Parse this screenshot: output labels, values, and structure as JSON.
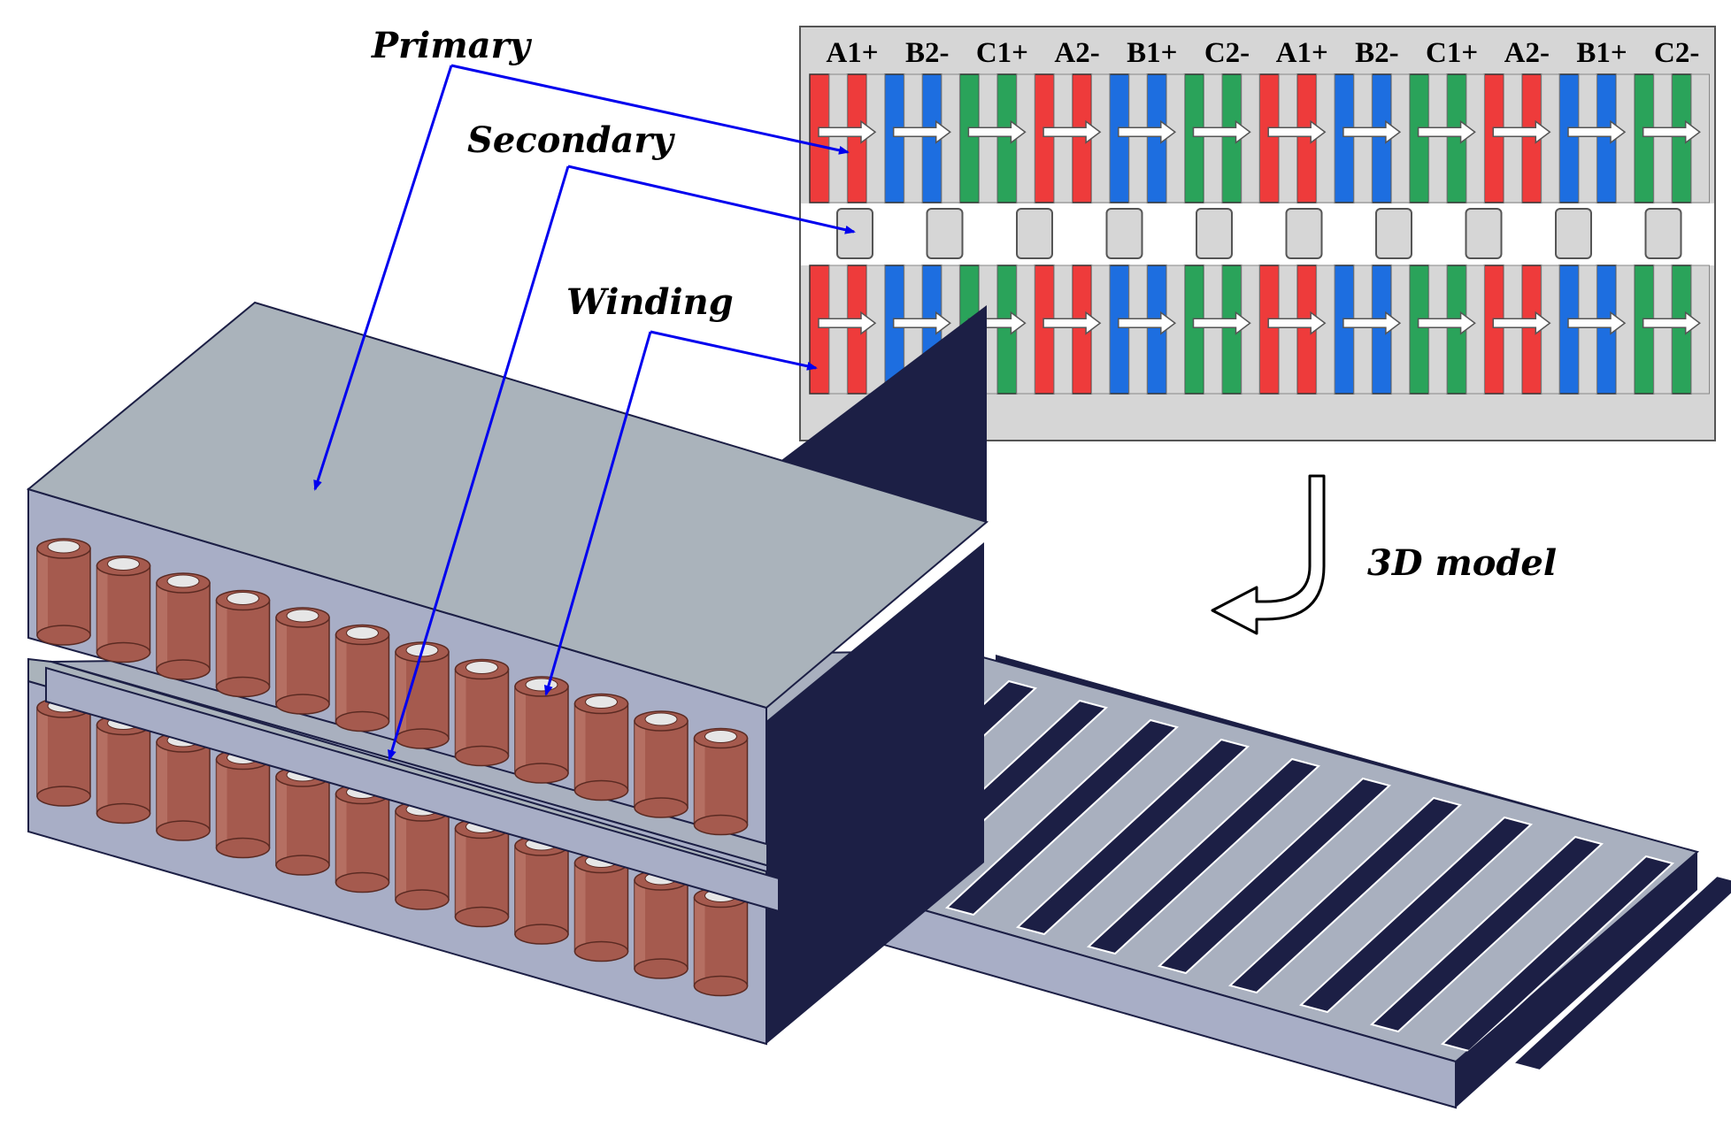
{
  "callouts": {
    "primary": "Primary",
    "secondary": "Secondary",
    "winding": "Winding",
    "model": "3D model"
  },
  "phase_labels": [
    "A1+",
    "B2-",
    "C1+",
    "A2-",
    "B1+",
    "C2-",
    "A1+",
    "B2-",
    "C1+",
    "A2-",
    "B1+",
    "C2-"
  ],
  "colors": {
    "phase_red": "#ee3b3b",
    "phase_blue": "#1d6ee0",
    "phase_green": "#2aa35a",
    "core_grey": "#d6d6d6",
    "arrow_blue": "#0000ee",
    "model_top": "#aab3bb",
    "model_front": "#a8aec6",
    "model_side": "#1c1f45",
    "copper": "#a55a4e"
  }
}
